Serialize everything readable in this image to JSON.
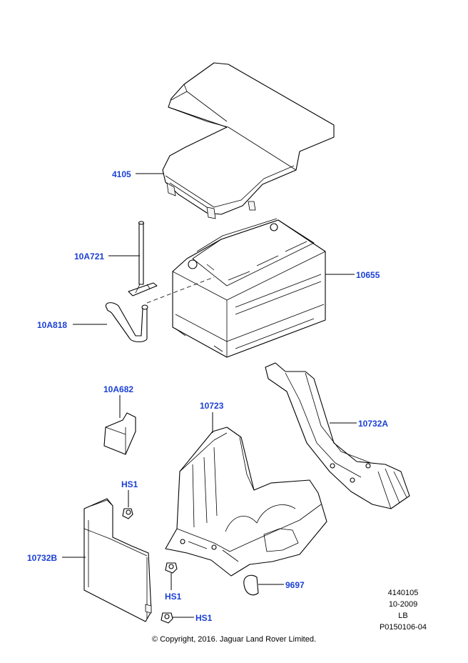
{
  "callouts": {
    "cover": "4105",
    "battery": "10655",
    "vent_tube": "10A721",
    "elbow": "10A818",
    "small_bracket": "10A682",
    "tray": "10723",
    "support_bracket": "10732A",
    "side_shield": "10732B",
    "bolt_upper": "HS1",
    "bolt_mid": "HS1",
    "bolt_lower": "HS1",
    "clip": "9697"
  },
  "meta": {
    "ref": "4140105",
    "date": "10-2009",
    "side": "LB",
    "image_code": "P0150106-04"
  },
  "copyright": "© Copyright, 2016. Jaguar Land Rover Limited.",
  "colors": {
    "callout": "#1a3fd6",
    "line": "#000000"
  }
}
